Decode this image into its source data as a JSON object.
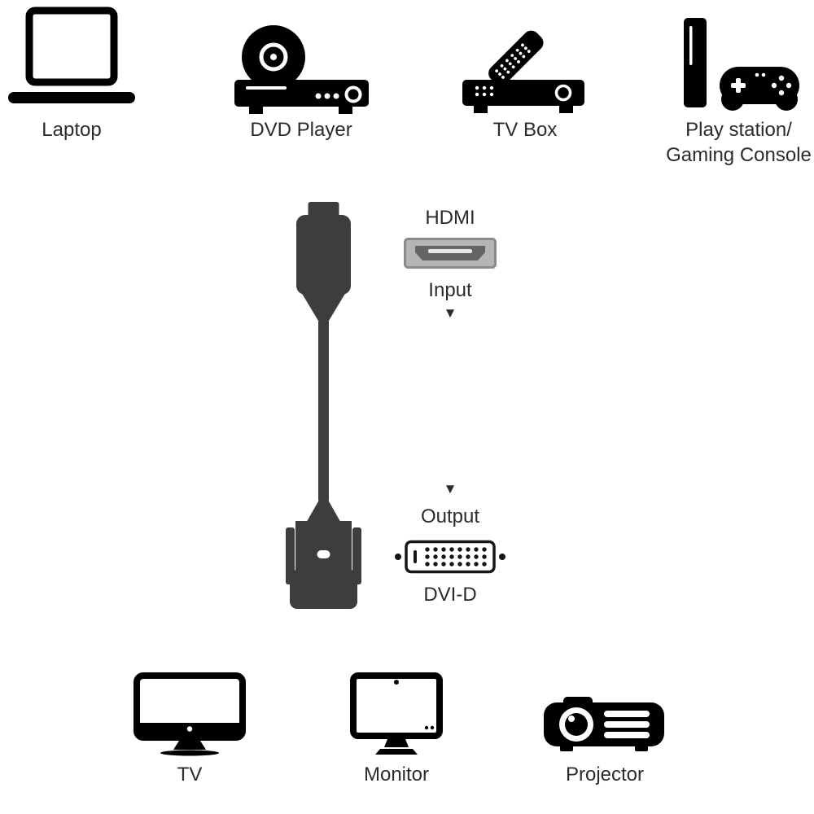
{
  "diagram": {
    "sources": [
      {
        "icon": "laptop-icon",
        "label": "Laptop"
      },
      {
        "icon": "dvd-player-icon",
        "label": "DVD Player"
      },
      {
        "icon": "tv-box-icon",
        "label": "TV Box"
      },
      {
        "icon": "gaming-console-icon",
        "label_line1": "Play station/",
        "label_line2": "Gaming Console"
      }
    ],
    "adapter": {
      "cable_icon": "hdmi-to-dvi-cable",
      "input_connector": "HDMI",
      "input_port_icon": "hdmi-port-icon",
      "input_role": "Input",
      "arrow": "▼",
      "output_role": "Output",
      "output_port_icon": "dvi-d-port-icon",
      "output_connector": "DVI-D"
    },
    "sinks": [
      {
        "icon": "tv-icon",
        "label": "TV"
      },
      {
        "icon": "monitor-icon",
        "label": "Monitor"
      },
      {
        "icon": "projector-icon",
        "label": "Projector"
      }
    ],
    "colors": {
      "background": "#ffffff",
      "icon_black": "#000000",
      "cable_gray": "#3d3d3d",
      "port_outer_gray": "#b5b5b5",
      "port_inner_gray": "#646464",
      "text": "#2b2b2b"
    }
  }
}
